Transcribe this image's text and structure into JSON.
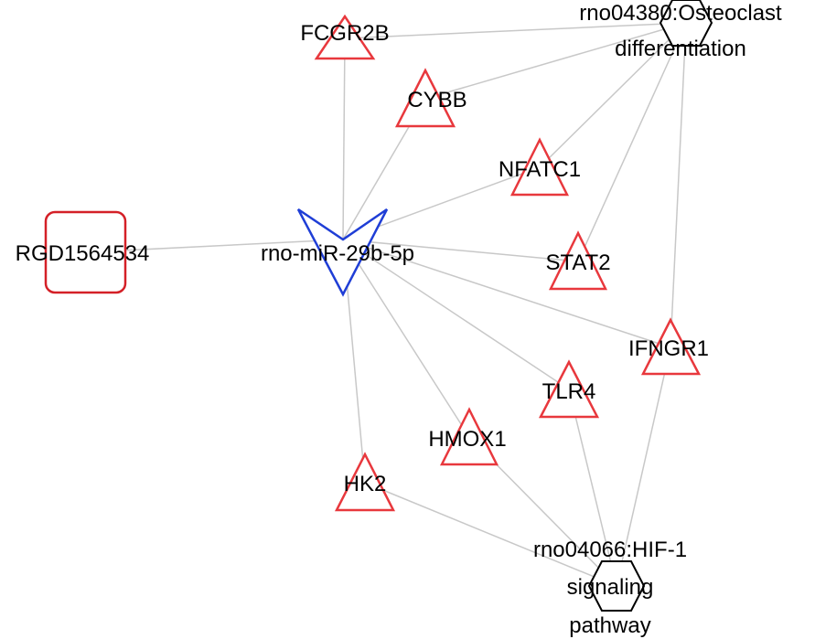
{
  "colors": {
    "gene": "#e8383d",
    "mirna": "#1f3ed6",
    "lncrna": "#d42027",
    "pathway": "#000000",
    "edge": "#c8c8c8"
  },
  "nodes": {
    "rgd": {
      "label": "RGD1564534",
      "shape": "rounded-square"
    },
    "mir": {
      "label": "rno-miR-29b-5p",
      "shape": "v-arrow"
    },
    "fcgr2b": {
      "label": "FCGR2B",
      "shape": "triangle"
    },
    "cybb": {
      "label": "CYBB",
      "shape": "triangle"
    },
    "nfatc1": {
      "label": "NFATC1",
      "shape": "triangle"
    },
    "stat2": {
      "label": "STAT2",
      "shape": "triangle"
    },
    "ifngr1": {
      "label": "IFNGR1",
      "shape": "triangle"
    },
    "tlr4": {
      "label": "TLR4",
      "shape": "triangle"
    },
    "hmox1": {
      "label": "HMOX1",
      "shape": "triangle"
    },
    "hk2": {
      "label": "HK2",
      "shape": "triangle"
    },
    "osteo": {
      "label_lines": [
        "rno04380:Osteoclast",
        "differentiation"
      ],
      "shape": "hexagon"
    },
    "hif": {
      "label_lines": [
        "rno04066:HIF-1",
        "signaling",
        "pathway"
      ],
      "shape": "hexagon"
    }
  },
  "edges": [
    [
      "rgd",
      "mir"
    ],
    [
      "mir",
      "fcgr2b"
    ],
    [
      "mir",
      "cybb"
    ],
    [
      "mir",
      "nfatc1"
    ],
    [
      "mir",
      "stat2"
    ],
    [
      "mir",
      "ifngr1"
    ],
    [
      "mir",
      "tlr4"
    ],
    [
      "mir",
      "hmox1"
    ],
    [
      "mir",
      "hk2"
    ],
    [
      "fcgr2b",
      "osteo"
    ],
    [
      "cybb",
      "osteo"
    ],
    [
      "nfatc1",
      "osteo"
    ],
    [
      "stat2",
      "osteo"
    ],
    [
      "ifngr1",
      "osteo"
    ],
    [
      "ifngr1",
      "hif"
    ],
    [
      "tlr4",
      "hif"
    ],
    [
      "hmox1",
      "hif"
    ],
    [
      "hk2",
      "hif"
    ]
  ]
}
